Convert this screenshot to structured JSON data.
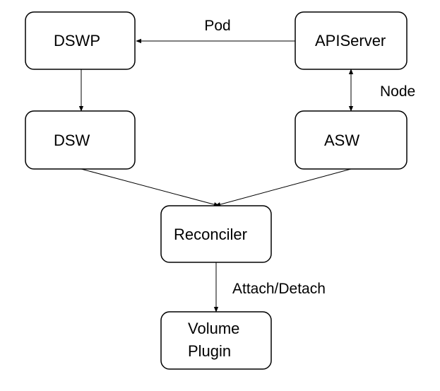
{
  "nodes": {
    "dswp": "DSWP",
    "apiserver": "APIServer",
    "dsw": "DSW",
    "asw": "ASW",
    "reconciler": "Reconciler",
    "volume_plugin_line1": "Volume",
    "volume_plugin_line2": "Plugin"
  },
  "edges": {
    "pod": "Pod",
    "node": "Node",
    "attach_detach": "Attach/Detach"
  },
  "colors": {
    "stroke": "#000000",
    "background": "#ffffff"
  }
}
